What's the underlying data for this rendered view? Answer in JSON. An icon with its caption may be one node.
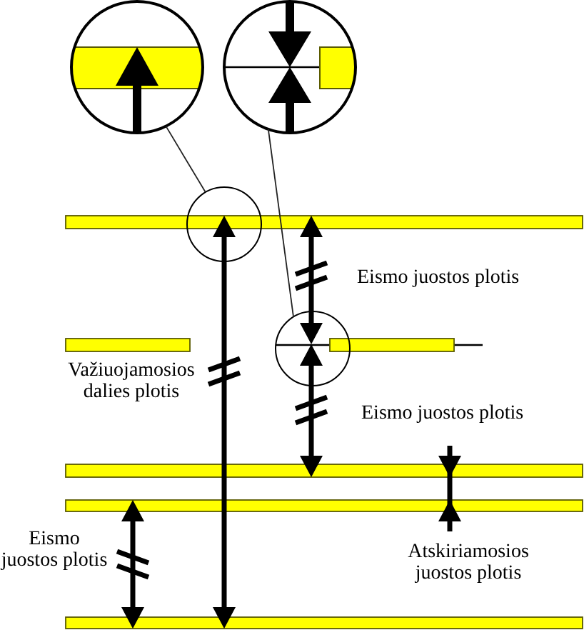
{
  "diagram": {
    "nodes": [
      {
        "text": [],
        "shape": "circle"
      },
      {
        "text": [],
        "shape": "circle"
      },
      {
        "text": [],
        "shape": "circle"
      },
      {
        "text": [],
        "shape": "circle"
      }
    ],
    "edges": [
      {
        "from": 2,
        "to": 0,
        "arrow": "none"
      },
      {
        "from": 3,
        "to": 1,
        "arrow": "none"
      }
    ],
    "labels": [
      "Eismo juostos plotis",
      "Važiuojamosios dalies plotis",
      "Eismo juostos plotis",
      "Eismo juostos plotis",
      "Atskiriamosios juostos plotis"
    ]
  }
}
